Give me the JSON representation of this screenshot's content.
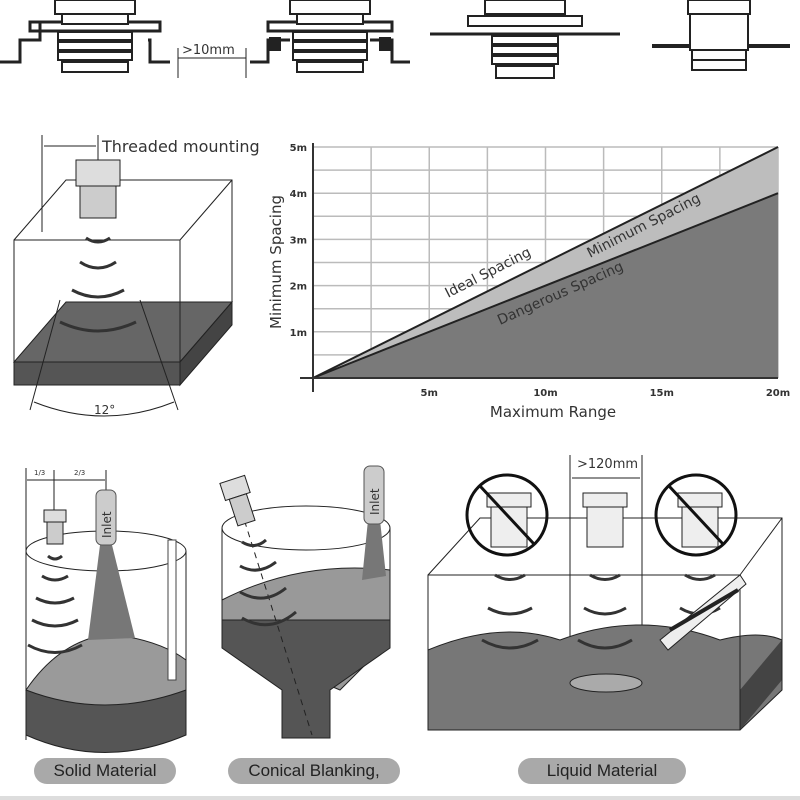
{
  "top": {
    "gap_label": ">10mm"
  },
  "threaded": {
    "title": "Threaded mounting",
    "angle": "12°"
  },
  "chart_data": {
    "type": "area",
    "title": "",
    "xlabel": "Maximum Range",
    "ylabel": "Minimum Spacing",
    "xlim": [
      0,
      20
    ],
    "ylim": [
      0,
      5
    ],
    "x_ticks": [
      "5m",
      "10m",
      "15m",
      "20m"
    ],
    "x_tick_values": [
      5,
      10,
      15,
      20
    ],
    "y_ticks": [
      "1m",
      "2m",
      "3m",
      "4m",
      "5m"
    ],
    "y_tick_values": [
      1,
      2,
      3,
      4,
      5
    ],
    "grid": true,
    "series": [
      {
        "name": "Minimum Spacing",
        "x": [
          0,
          20
        ],
        "y": [
          0,
          5
        ],
        "color": "#bdbdbd"
      },
      {
        "name": "Dangerous Spacing",
        "x": [
          0,
          20
        ],
        "y": [
          0,
          4
        ],
        "color": "#7a7a7a"
      }
    ],
    "annotations": [
      "Ideal Spacing",
      "Minimum Spacing",
      "Dangerous Spacing"
    ]
  },
  "solid": {
    "frac1": "1/3",
    "frac2": "2/3",
    "inlet": "Inlet",
    "caption": "Solid Material"
  },
  "conical": {
    "inlet": "Inlet",
    "caption": "Conical Blanking,"
  },
  "liquid": {
    "gap_label": ">120mm",
    "caption": "Liquid Material"
  }
}
